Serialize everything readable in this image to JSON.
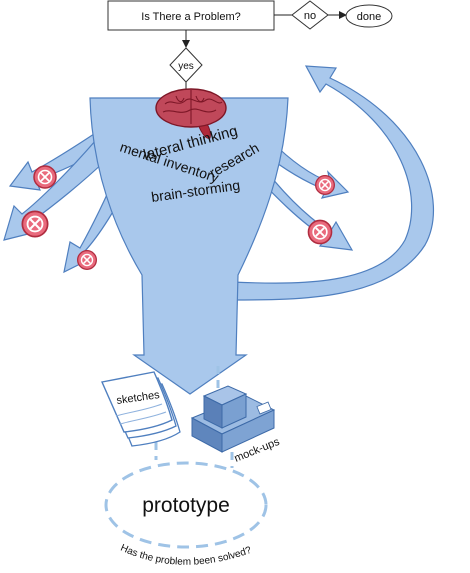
{
  "decision": {
    "question": "Is There a Problem?",
    "no_label": "no",
    "done_label": "done",
    "yes_label": "yes"
  },
  "techniques": {
    "lateral": "lateral thinking",
    "research": "research",
    "mental": "mental inventory",
    "brain": "brain-storming"
  },
  "artifacts": {
    "sketches": "sketches",
    "mockups": "mock-ups"
  },
  "result": {
    "prototype": "prototype",
    "question": "Has the problem been solved?"
  },
  "colors": {
    "arrow_fill": "#a9c8ec",
    "arrow_stroke": "#4f7fbf",
    "brain": "#c0485a",
    "reject_fill": "#e96a7d",
    "reject_stroke": "#b02c3f",
    "dash": "#9fc3e6",
    "mockup": "#6f94c7"
  },
  "icons": [
    "brain-icon",
    "reject-icon",
    "sketches-icon",
    "mockups-icon"
  ]
}
